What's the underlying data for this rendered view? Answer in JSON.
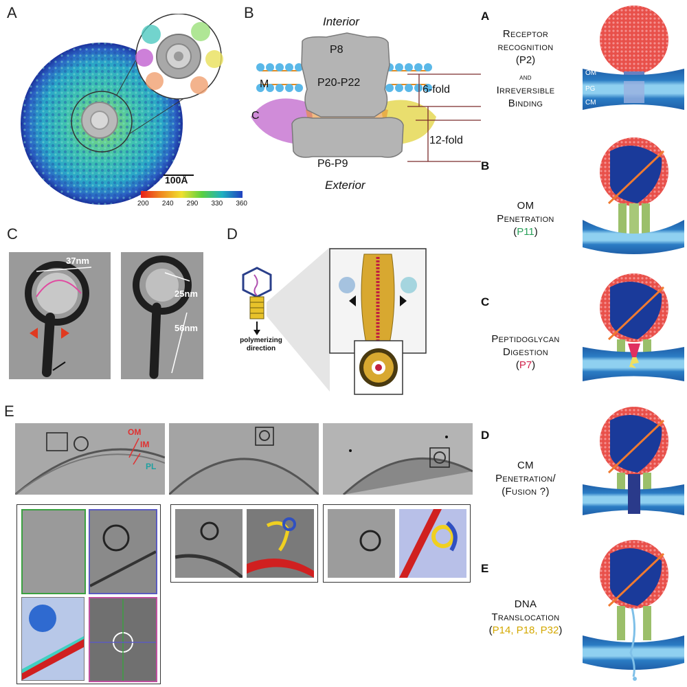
{
  "panel_letters": {
    "A": "A",
    "B": "B",
    "C": "C",
    "D": "D",
    "E": "E"
  },
  "panel_a": {
    "scale_bar": "100Å",
    "colorbar_ticks": [
      "200",
      "240",
      "290",
      "330",
      "360"
    ]
  },
  "panel_b": {
    "interior": "Interior",
    "exterior": "Exterior",
    "proteins": [
      "P8",
      "P20-P22",
      "P6-P9"
    ],
    "membrane_label": "M",
    "capsid_label": "C",
    "sixfold": "6-fold",
    "twelvefold": "12-fold"
  },
  "panel_c": {
    "measure_1": "37nm",
    "measure_2": "25nm",
    "measure_3": "56nm"
  },
  "panel_d": {
    "caption": "polymerizing direction"
  },
  "panel_e": {
    "om": "OM",
    "im": "IM",
    "pl": "PL"
  },
  "steps": [
    {
      "letter": "A",
      "lines": [
        "Receptor",
        "recognition",
        "(P2)",
        "and",
        "Irreversible",
        "Binding"
      ],
      "protein": "P2",
      "protein_color": "#222222"
    },
    {
      "letter": "B",
      "lines": [
        "OM",
        "Penetration"
      ],
      "protein": "P11",
      "protein_color": "#2aa05a"
    },
    {
      "letter": "C",
      "lines": [
        "Peptidoglycan",
        "Digestion"
      ],
      "protein": "P7",
      "protein_color": "#d0204a"
    },
    {
      "letter": "D",
      "lines": [
        "CM",
        "Penetration/",
        "(Fusion ?)"
      ],
      "protein": "",
      "protein_color": "#222222"
    },
    {
      "letter": "E",
      "lines": [
        "DNA",
        "Translocation"
      ],
      "protein": "P14, P18, P32",
      "protein_color": "#d4a800"
    }
  ],
  "membrane_labels": {
    "om": "OM",
    "pg": "PG",
    "cm": "CM"
  },
  "colors": {
    "capsid_red": "#e8504a",
    "membrane_blue": "#1f5fa8",
    "membrane_light": "#7fc0e8",
    "tube_green": "#9bbf6a",
    "tube_yellow": "#e8c22a"
  }
}
